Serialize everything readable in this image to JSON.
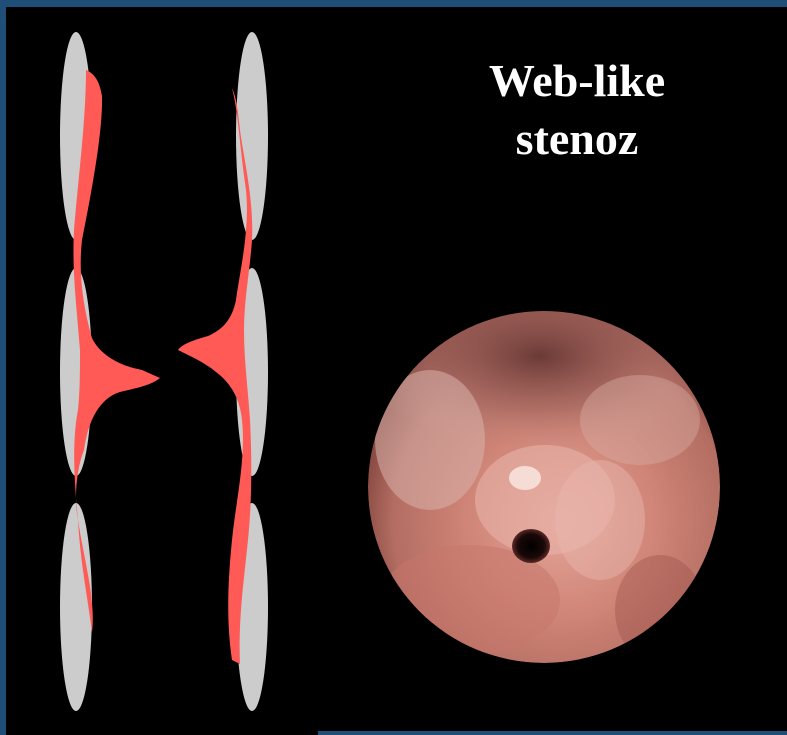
{
  "slide": {
    "title_lines": [
      "Web-like",
      "stenoz"
    ]
  },
  "colors": {
    "background": "#000000",
    "frame": "#1f4e79",
    "cartilage": "#cccccc",
    "mucosa_web": "#ff5a55",
    "endoscopy_tissue": "#c77a6c",
    "title_text": "#ffffff"
  },
  "figures": {
    "diagram": "tracheal-web-stenosis-schematic",
    "photo": "bronchoscopic-view-of-web-like-stenosis"
  }
}
